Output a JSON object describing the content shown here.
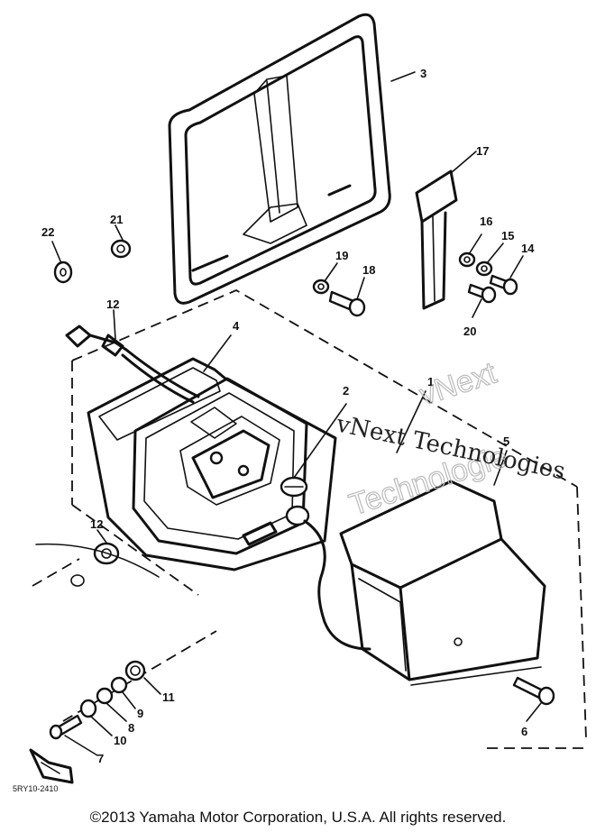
{
  "callouts": [
    {
      "id": "c1",
      "text": "1"
    },
    {
      "id": "c2",
      "text": "2"
    },
    {
      "id": "c3",
      "text": "3"
    },
    {
      "id": "c4",
      "text": "4"
    },
    {
      "id": "c5",
      "text": "5"
    },
    {
      "id": "c6",
      "text": "6"
    },
    {
      "id": "c7",
      "text": "7"
    },
    {
      "id": "c8",
      "text": "8"
    },
    {
      "id": "c9",
      "text": "9"
    },
    {
      "id": "c10",
      "text": "10"
    },
    {
      "id": "c11",
      "text": "11"
    },
    {
      "id": "c12a",
      "text": "12"
    },
    {
      "id": "c12b",
      "text": "12"
    },
    {
      "id": "c14",
      "text": "14"
    },
    {
      "id": "c15",
      "text": "15"
    },
    {
      "id": "c16",
      "text": "16"
    },
    {
      "id": "c17",
      "text": "17"
    },
    {
      "id": "c18",
      "text": "18"
    },
    {
      "id": "c19",
      "text": "19"
    },
    {
      "id": "c20",
      "text": "20"
    },
    {
      "id": "c21",
      "text": "21"
    },
    {
      "id": "c22",
      "text": "22"
    }
  ],
  "watermark": {
    "line1": "vNext Technologies",
    "outline_a": "vNext",
    "outline_b": "Technologie"
  },
  "drawing_code": "5RY10-2410",
  "copyright": "©2013 Yamaha Motor Corporation, U.S.A. All rights reserved."
}
